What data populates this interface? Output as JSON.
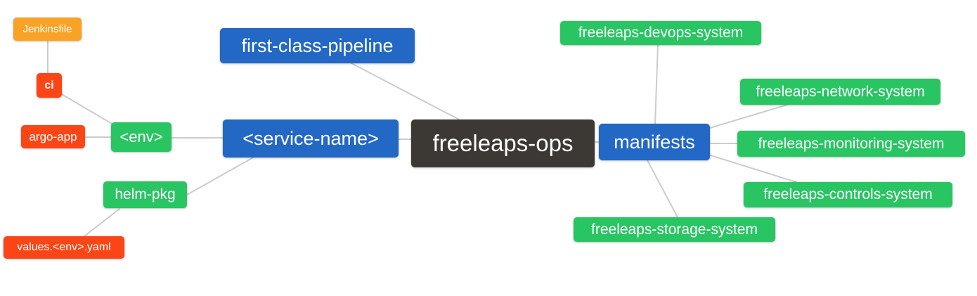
{
  "diagram": {
    "type": "mindmap",
    "root_label": "freeleaps-ops",
    "colors": {
      "root_bg": "#3c3834",
      "branch_blue": "#2268c4",
      "leaf_green": "#29c563",
      "leaf_red_orange": "#fa4616",
      "leaf_orange": "#f9a326",
      "edge_line": "#cccccc",
      "node_text": "#ffffff",
      "background": "#ffffff"
    },
    "nodes": {
      "root": {
        "label": "freeleaps-ops",
        "color": "#3c3834"
      },
      "first_class_pipeline": {
        "label": "first-class-pipeline",
        "color": "#2268c4"
      },
      "service_name": {
        "label": "<service-name>",
        "color": "#2268c4"
      },
      "manifests": {
        "label": "manifests",
        "color": "#2268c4"
      },
      "env": {
        "label": "<env>",
        "color": "#29c563"
      },
      "helm_pkg": {
        "label": "helm-pkg",
        "color": "#29c563"
      },
      "ci": {
        "label": "ci",
        "color": "#fa4616"
      },
      "argo_app": {
        "label": "argo-app",
        "color": "#fa4616"
      },
      "jenkinsfile": {
        "label": "Jenkinsfile",
        "color": "#f9a326"
      },
      "values_env_yaml": {
        "label": "values.<env>.yaml",
        "color": "#fa4616"
      },
      "devops_system": {
        "label": "freeleaps-devops-system",
        "color": "#29c563"
      },
      "network_system": {
        "label": "freeleaps-network-system",
        "color": "#29c563"
      },
      "monitoring_system": {
        "label": "freeleaps-monitoring-system",
        "color": "#29c563"
      },
      "controls_system": {
        "label": "freeleaps-controls-system",
        "color": "#29c563"
      },
      "storage_system": {
        "label": "freeleaps-storage-system",
        "color": "#29c563"
      }
    },
    "edges": [
      {
        "from": "Jenkinsfile",
        "to": "ci"
      },
      {
        "from": "ci",
        "to": "<env>"
      },
      {
        "from": "argo-app",
        "to": "<env>"
      },
      {
        "from": "<env>",
        "to": "<service-name>"
      },
      {
        "from": "helm-pkg",
        "to": "<service-name>"
      },
      {
        "from": "values.<env>.yaml",
        "to": "helm-pkg"
      },
      {
        "from": "<service-name>",
        "to": "freeleaps-ops"
      },
      {
        "from": "first-class-pipeline",
        "to": "freeleaps-ops"
      },
      {
        "from": "freeleaps-ops",
        "to": "manifests"
      },
      {
        "from": "manifests",
        "to": "freeleaps-devops-system"
      },
      {
        "from": "manifests",
        "to": "freeleaps-network-system"
      },
      {
        "from": "manifests",
        "to": "freeleaps-monitoring-system"
      },
      {
        "from": "manifests",
        "to": "freeleaps-controls-system"
      },
      {
        "from": "manifests",
        "to": "freeleaps-storage-system"
      }
    ]
  }
}
